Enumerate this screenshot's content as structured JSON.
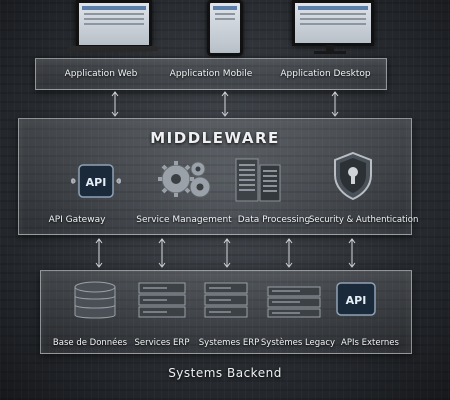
{
  "frontend": {
    "labels": [
      "Application Web",
      "Application Mobile",
      "Application Desktop"
    ]
  },
  "middleware": {
    "title": "MIDDLEWARE",
    "labels": [
      "API Gateway",
      "Service Management",
      "Data Processing",
      "Security & Authentication"
    ],
    "api_badge": "API"
  },
  "backend": {
    "title": "Systems Backend",
    "labels": [
      "Base de Données",
      "Services ERP",
      "Systemes ERP",
      "Systèmes Legacy",
      "APIs Externes"
    ],
    "api_badge": "API"
  },
  "colors": {
    "background": "#2b2f34",
    "panel_border": "#dce1e6",
    "text": "#f1f3f5"
  },
  "icons": [
    "laptop-icon",
    "phone-icon",
    "monitor-icon",
    "api-icon",
    "gears-icon",
    "servers-icon",
    "shield-lock-icon",
    "database-icon",
    "server-rack-icon",
    "external-api-icon"
  ]
}
